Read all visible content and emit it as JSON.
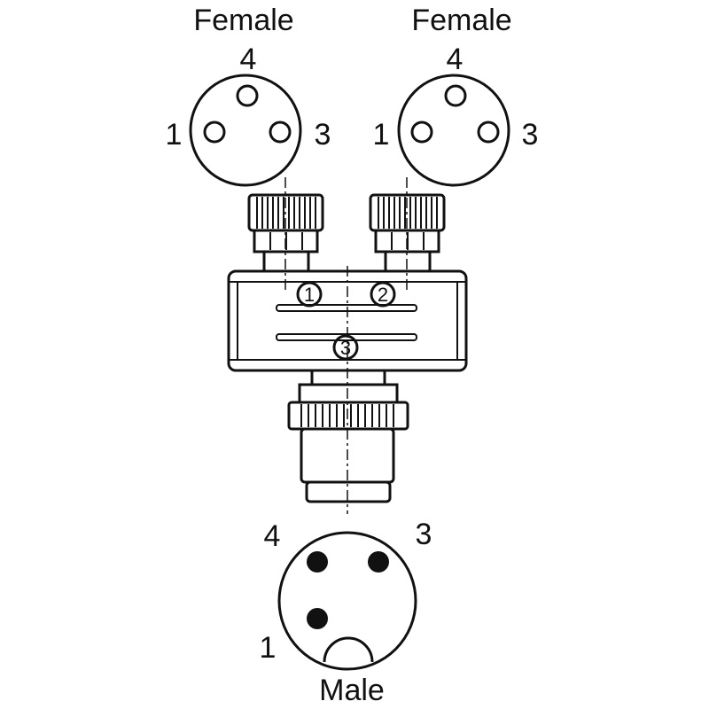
{
  "connectors": {
    "female_left": {
      "title": "Female",
      "pins": {
        "top": "4",
        "left": "1",
        "right": "3"
      }
    },
    "female_right": {
      "title": "Female",
      "pins": {
        "top": "4",
        "left": "1",
        "right": "3"
      }
    },
    "male": {
      "title": "Male",
      "pins": {
        "top_left": "4",
        "top_right": "3",
        "bottom_left": "1"
      }
    }
  },
  "body_markings": {
    "port_1": "1",
    "port_2": "2",
    "port_3": "3"
  }
}
